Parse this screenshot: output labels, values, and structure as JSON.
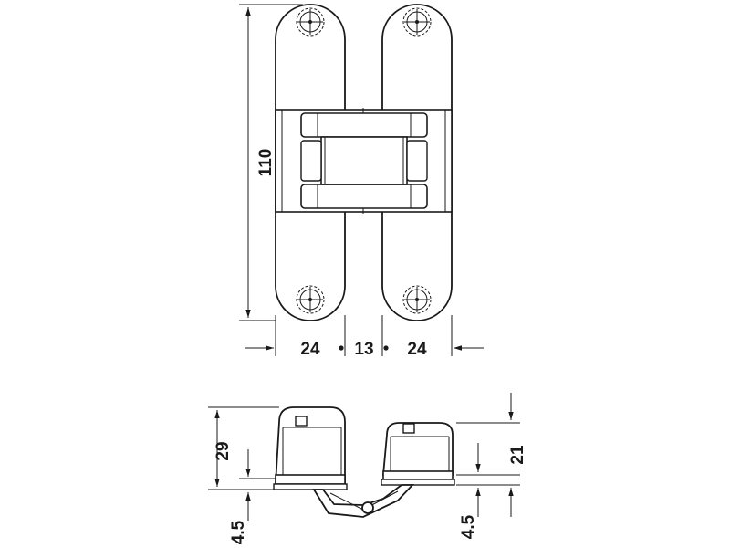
{
  "dimensions": {
    "height_total": "110",
    "leaf_width_left": "24",
    "gap_width": "13",
    "leaf_width_right": "24",
    "depth_left": "29",
    "offset_bottom_left": "4.5",
    "depth_right": "21",
    "offset_bottom_right": "4.5"
  }
}
